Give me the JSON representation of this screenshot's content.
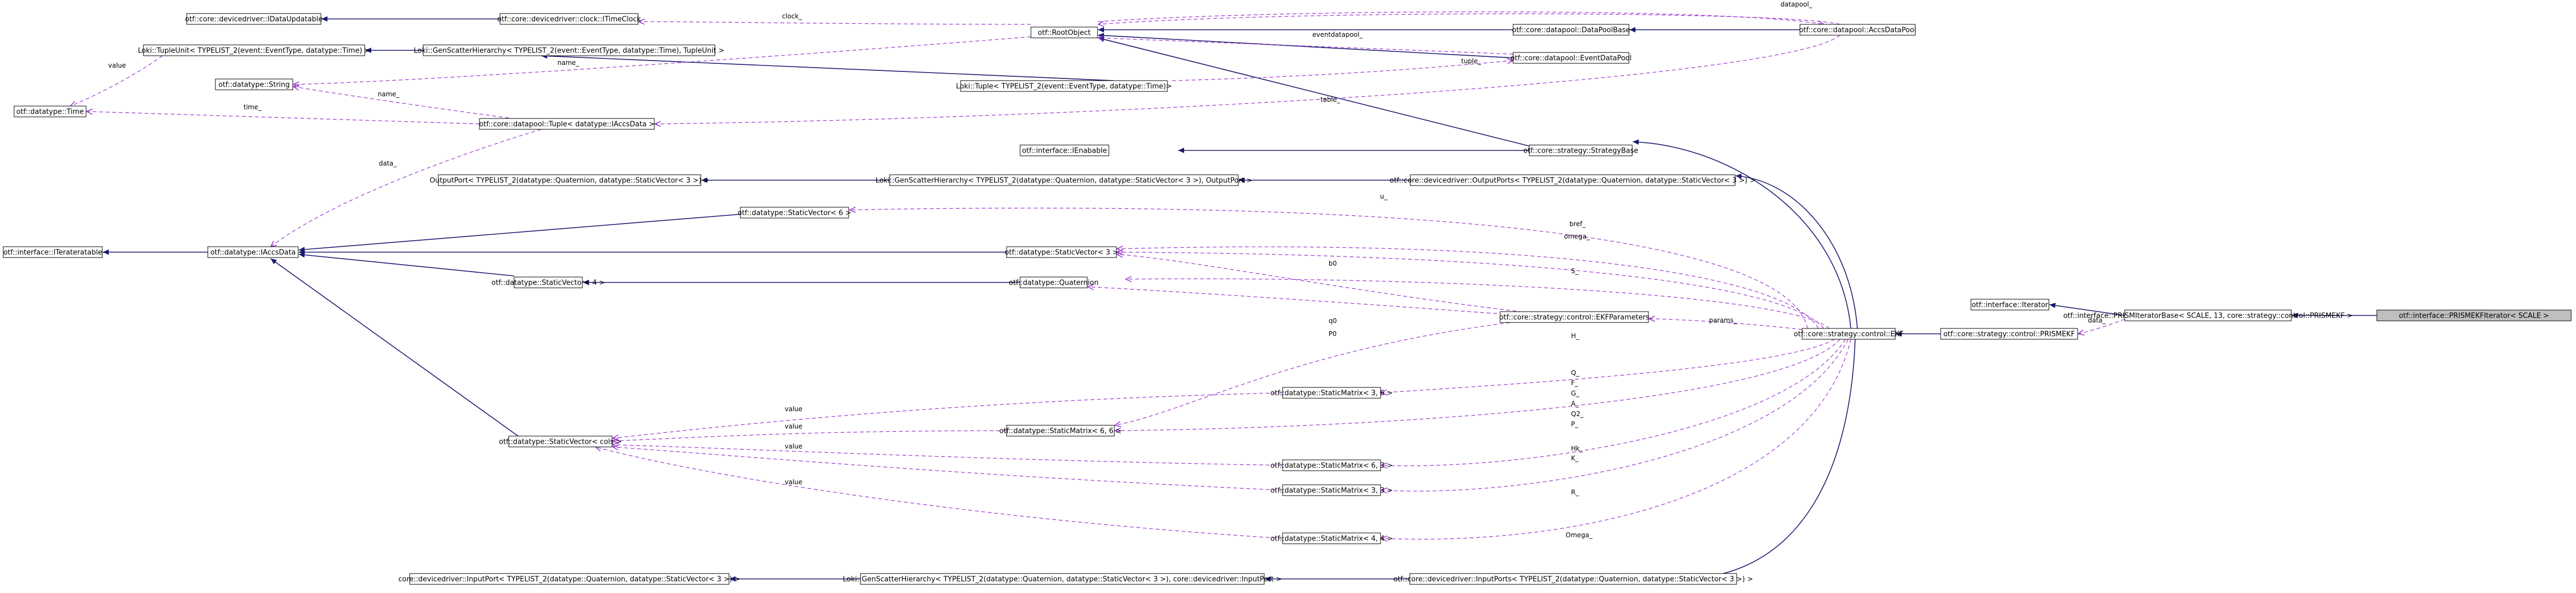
{
  "nodes": [
    {
      "id": "ideupdatable",
      "label": "otf::core::devicedriver::IDataUpdatable"
    },
    {
      "id": "itimeclock",
      "label": "otf::core::devicedriver::clock::ITimeClock"
    },
    {
      "id": "rootobject",
      "label": "otf::RootObject"
    },
    {
      "id": "datapoolbase",
      "label": "otf::core::datapool::DataPoolBase"
    },
    {
      "id": "accsdatapool",
      "label": "otf::core::datapool::AccsDataPool"
    },
    {
      "id": "tupleunit",
      "label": "Loki::TupleUnit< TYPELIST_2(event::EventType, datatype::Time) >"
    },
    {
      "id": "genscatter_evt",
      "label": "Loki::GenScatterHierarchy< TYPELIST_2(event::EventType, datatype::Time), TupleUnit >"
    },
    {
      "id": "eventdatapool",
      "label": "otf::core::datapool::EventDataPool"
    },
    {
      "id": "string",
      "label": "otf::datatype::String"
    },
    {
      "id": "tuple_evt",
      "label": "Loki::Tuple< TYPELIST_2(event::EventType, datatype::Time)>"
    },
    {
      "id": "time",
      "label": "otf::datatype::Time"
    },
    {
      "id": "tuple_accs",
      "label": "otf::core::datapool::Tuple< datatype::IAccsData >"
    },
    {
      "id": "ienable",
      "label": "otf::interface::IEnabable"
    },
    {
      "id": "strategybase",
      "label": "otf::core::strategy::StrategyBase"
    },
    {
      "id": "outputport",
      "label": "OutputPort< TYPELIST_2(datatype::Quaternion, datatype::StaticVector< 3 >) >"
    },
    {
      "id": "genscatter_out",
      "label": "Loki::GenScatterHierarchy< TYPELIST_2(datatype::Quaternion, datatype::StaticVector< 3 >), OutputPort >"
    },
    {
      "id": "outputports",
      "label": "otf::core::devicedriver::OutputPorts< TYPELIST_2(datatype::Quaternion, datatype::StaticVector< 3 >) >"
    },
    {
      "id": "sv6",
      "label": "otf::datatype::StaticVector< 6 >"
    },
    {
      "id": "iteratable",
      "label": "otf::interface::ITerateratable"
    },
    {
      "id": "iaccsdata",
      "label": "otf::datatype::IAccsData"
    },
    {
      "id": "sv3",
      "label": "otf::datatype::StaticVector< 3 >"
    },
    {
      "id": "sv4",
      "label": "otf::datatype::StaticVector< 4 >"
    },
    {
      "id": "quaternion",
      "label": "otf::datatype::Quaternion"
    },
    {
      "id": "ekfparams",
      "label": "otf::core::strategy::control::EKFParameters"
    },
    {
      "id": "iterator",
      "label": "otf::interface::Iterator"
    },
    {
      "id": "prismiterbase",
      "label": "otf::interface::PRISMIteratorBase< SCALE, 13, core::strategy::control::PRISMEKF >"
    },
    {
      "id": "prismekfiter",
      "label": "otf::interface::PRISMEKFIterator< SCALE >"
    },
    {
      "id": "prismekf",
      "label": "otf::core::strategy::control::PRISMEKF"
    },
    {
      "id": "ekf",
      "label": "otf::core::strategy::control::EKF"
    },
    {
      "id": "sm36",
      "label": "otf::datatype::StaticMatrix< 3, 6 >"
    },
    {
      "id": "svcols",
      "label": "otf::datatype::StaticVector< cols >"
    },
    {
      "id": "sm66",
      "label": "otf::datatype::StaticMatrix< 6, 6 >"
    },
    {
      "id": "sm63",
      "label": "otf::datatype::StaticMatrix< 6, 3 >"
    },
    {
      "id": "sm33",
      "label": "otf::datatype::StaticMatrix< 3, 3 >"
    },
    {
      "id": "sm44",
      "label": "otf::datatype::StaticMatrix< 4, 4 >"
    },
    {
      "id": "inputport",
      "label": "core::devicedriver::InputPort< TYPELIST_2(datatype::Quaternion, datatype::StaticVector< 3 >) >"
    },
    {
      "id": "genscatter_in",
      "label": "Loki::GenScatterHierarchy< TYPELIST_2(datatype::Quaternion, datatype::StaticVector< 3 >), core::devicedriver::InputPort >"
    },
    {
      "id": "inputports",
      "label": "otf::core::devicedriver::InputPorts< TYPELIST_2(datatype::Quaternion, datatype::StaticVector< 3 >) >"
    }
  ],
  "edge_labels": {
    "clock": "clock_",
    "datapool": "datapool_",
    "eventdatapool": "eventdatapool_",
    "value_time": "value",
    "name_root": "name_",
    "tuple": "tuple_",
    "name_string": "name_",
    "time": "time_",
    "table": "table_",
    "data": "data_",
    "u": "u_",
    "bref": "bref_",
    "omega": "omega_",
    "b0": "b0",
    "s": "S_",
    "params": "params_",
    "q0": "q0",
    "p0": "P0",
    "h": "H_",
    "q": "Q_",
    "f": "F_",
    "g": "G_",
    "a": "A_",
    "q2": "Q2_",
    "p": "P_",
    "value_svcols_1": "value",
    "value_svcols_2": "value",
    "value_svcols_3": "value",
    "value_svcols_4": "value",
    "hk": "Hk_",
    "k": "K_",
    "r": "R_",
    "omega2": "Omega_",
    "data_iter": "data_"
  }
}
